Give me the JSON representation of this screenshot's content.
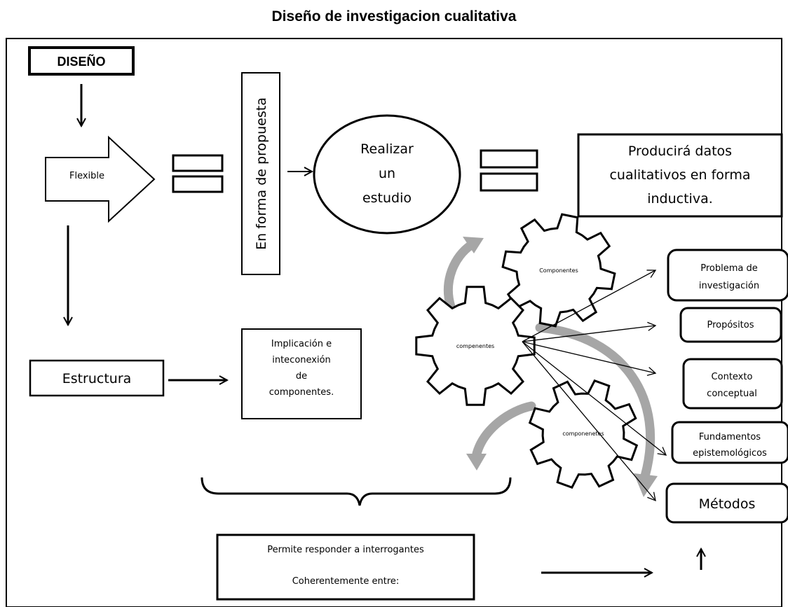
{
  "title": "Diseño de investigacion cualitativa",
  "nodes": {
    "diseno": "DISEÑO",
    "flexible": "Flexible",
    "propuesta": "En forma de propuesta",
    "realizar": [
      "Realizar",
      "un",
      "estudio"
    ],
    "producira": [
      "Producirá datos",
      "cualitativos en forma",
      "inductiva."
    ],
    "estructura": "Estructura",
    "implicacion": [
      "Implicación e",
      "inteconexión",
      "de",
      "componentes."
    ],
    "permite": [
      "Permite responder a interrogantes",
      "Coherentemente entre:"
    ]
  },
  "gears": {
    "top": "Componentes",
    "middle": "compenentes",
    "bottom": "componenetes"
  },
  "components": {
    "problema": [
      "Problema de",
      "investigación"
    ],
    "propositos": "Propósitos",
    "contexto": [
      "Contexto",
      "conceptual"
    ],
    "fundamentos": [
      "Fundamentos",
      "epistemológicos"
    ],
    "metodos": "Métodos"
  }
}
